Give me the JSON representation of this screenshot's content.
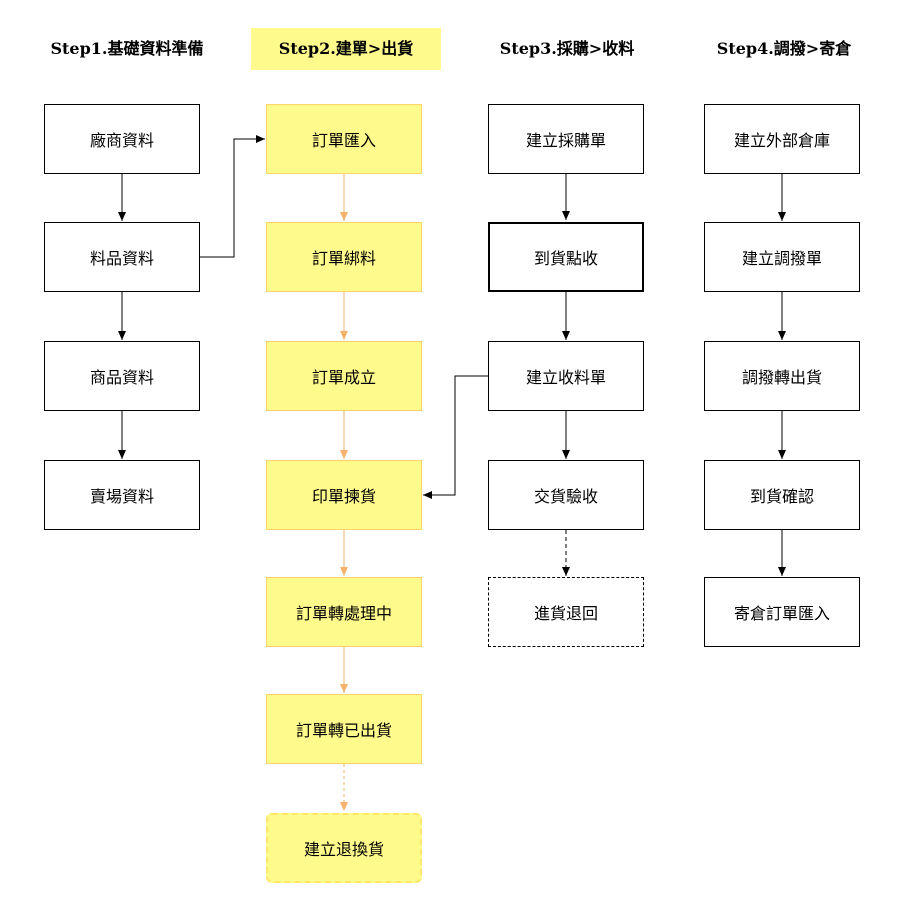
{
  "columns": [
    {
      "title": "Step1.基礎資料準備",
      "items": [
        "廠商資料",
        "料品資料",
        "商品資料",
        "賣場資料"
      ]
    },
    {
      "title": "Step2.建單>出貨",
      "items": [
        "訂單匯入",
        "訂單綁料",
        "訂單成立",
        "印單揀貨",
        "訂單轉處理中",
        "訂單轉已出貨",
        "建立退換貨"
      ]
    },
    {
      "title": "Step3.採購>收料",
      "items": [
        "建立採購單",
        "到貨點收",
        "建立收料單",
        "交貨驗收",
        "進貨退回"
      ]
    },
    {
      "title": "Step4.調撥>寄倉",
      "items": [
        "建立外部倉庫",
        "建立調撥單",
        "調撥轉出貨",
        "到貨確認",
        "寄倉訂單匯入"
      ]
    }
  ],
  "colors": {
    "highlight": "#fffa8c",
    "box_border_yellow": "#ffd36a",
    "arrow_orange": "#f6b26b",
    "black": "#000000"
  }
}
